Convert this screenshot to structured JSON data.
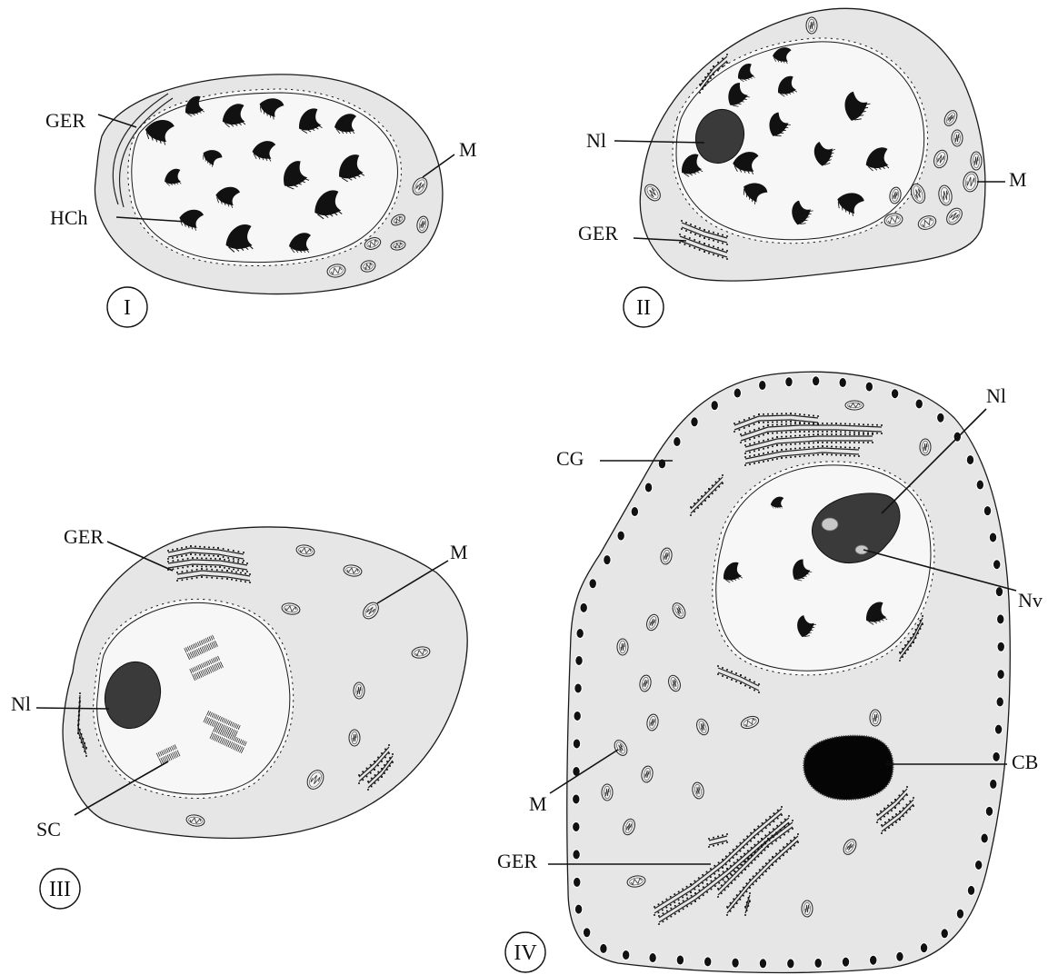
{
  "colors": {
    "cytoplasm": "#e6e6e6",
    "nucleus": "#f7f7f7",
    "nucleolus": "#3a3a3a",
    "chromatoid_body": "#050505",
    "outline": "#1a1a1a"
  },
  "stages": [
    {
      "id": "I",
      "numeral": "I",
      "labels": {
        "ger": "GER",
        "hch": "HCh",
        "m": "M"
      }
    },
    {
      "id": "II",
      "numeral": "II",
      "labels": {
        "nl": "Nl",
        "ger": "GER",
        "m": "M"
      }
    },
    {
      "id": "III",
      "numeral": "III",
      "labels": {
        "ger": "GER",
        "m": "M",
        "nl": "Nl",
        "sc": "SC"
      }
    },
    {
      "id": "IV",
      "numeral": "IV",
      "labels": {
        "cg": "CG",
        "nl": "Nl",
        "nv": "Nv",
        "cb": "CB",
        "m": "M",
        "ger": "GER"
      }
    }
  ]
}
